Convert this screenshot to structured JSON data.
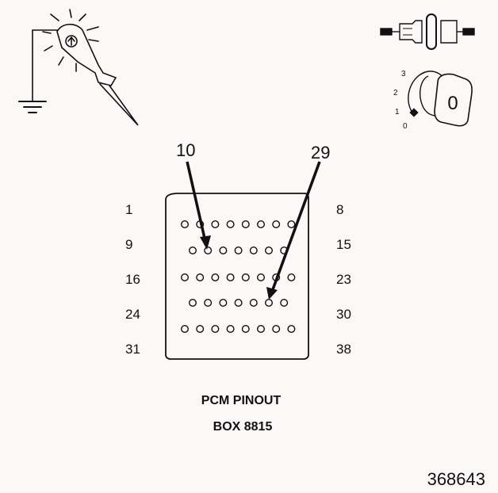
{
  "icons": {
    "test_light": "test-light-probe-icon",
    "ground": "ground-symbol-icon",
    "connector": "disconnected-connector-icon",
    "ignition": "ignition-key-icon"
  },
  "ignition": {
    "positions": [
      "3",
      "2",
      "1",
      "0"
    ],
    "key_label": "0"
  },
  "connector": {
    "row_labels_left": [
      "1",
      "9",
      "16",
      "24",
      "31"
    ],
    "row_labels_right": [
      "8",
      "15",
      "23",
      "30",
      "38"
    ],
    "row_pin_counts": [
      8,
      7,
      8,
      7,
      8
    ],
    "callouts": [
      {
        "label": "10",
        "pin": 10
      },
      {
        "label": "29",
        "pin": 29
      }
    ]
  },
  "caption": {
    "line1": "PCM PINOUT",
    "line2": "BOX 8815"
  },
  "figure_id": "368643",
  "colors": {
    "background": "#fdf8f8",
    "ink": "#111111"
  }
}
